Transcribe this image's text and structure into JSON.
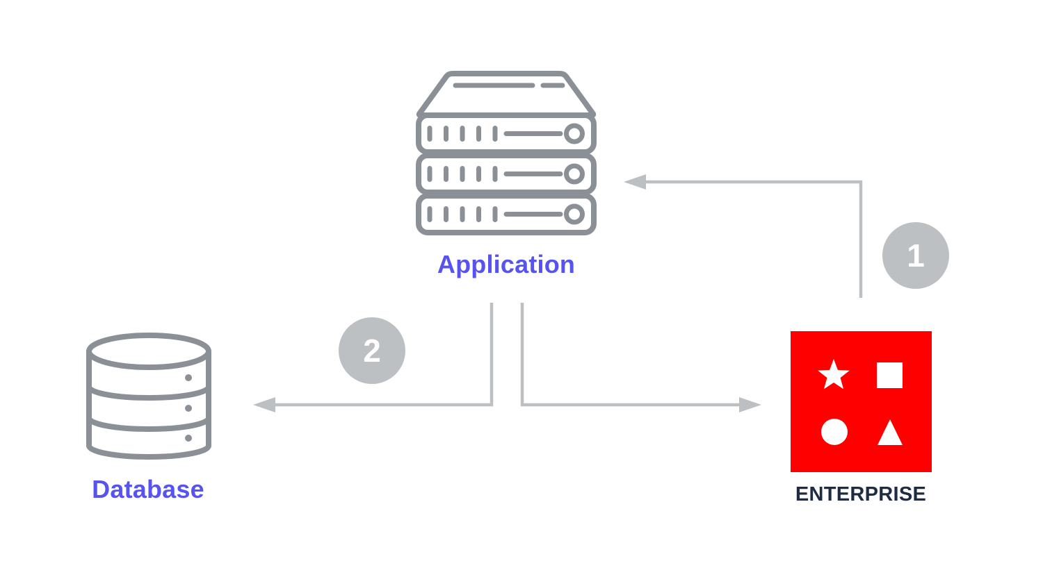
{
  "diagram": {
    "nodes": {
      "application": {
        "label": "Application",
        "icon": "server-stack-icon"
      },
      "database": {
        "label": "Database",
        "icon": "database-cylinder-icon"
      },
      "enterprise": {
        "label": "ENTERPRISE",
        "icon": "shapes-grid-icon",
        "shapes": [
          "star",
          "square",
          "circle",
          "triangle"
        ]
      }
    },
    "badges": {
      "step1": "1",
      "step2": "2"
    },
    "connections": [
      {
        "step": "1",
        "from": "ENTERPRISE",
        "to": "Application",
        "direction": "up-then-left"
      },
      {
        "step": "2",
        "from": "Application",
        "to": "Database",
        "direction": "down-then-left"
      },
      {
        "step": "",
        "from": "Application",
        "to": "ENTERPRISE",
        "direction": "down-then-right"
      }
    ],
    "colors": {
      "node_label_accent": "#5753f0",
      "enterprise_label": "#1f2b42",
      "enterprise_box": "#fe0000",
      "icon_stroke": "#8a9096",
      "arrow": "#bcc0c3",
      "badge_fill": "#bcc0c3",
      "badge_text": "#ffffff",
      "background": "#ffffff"
    }
  }
}
